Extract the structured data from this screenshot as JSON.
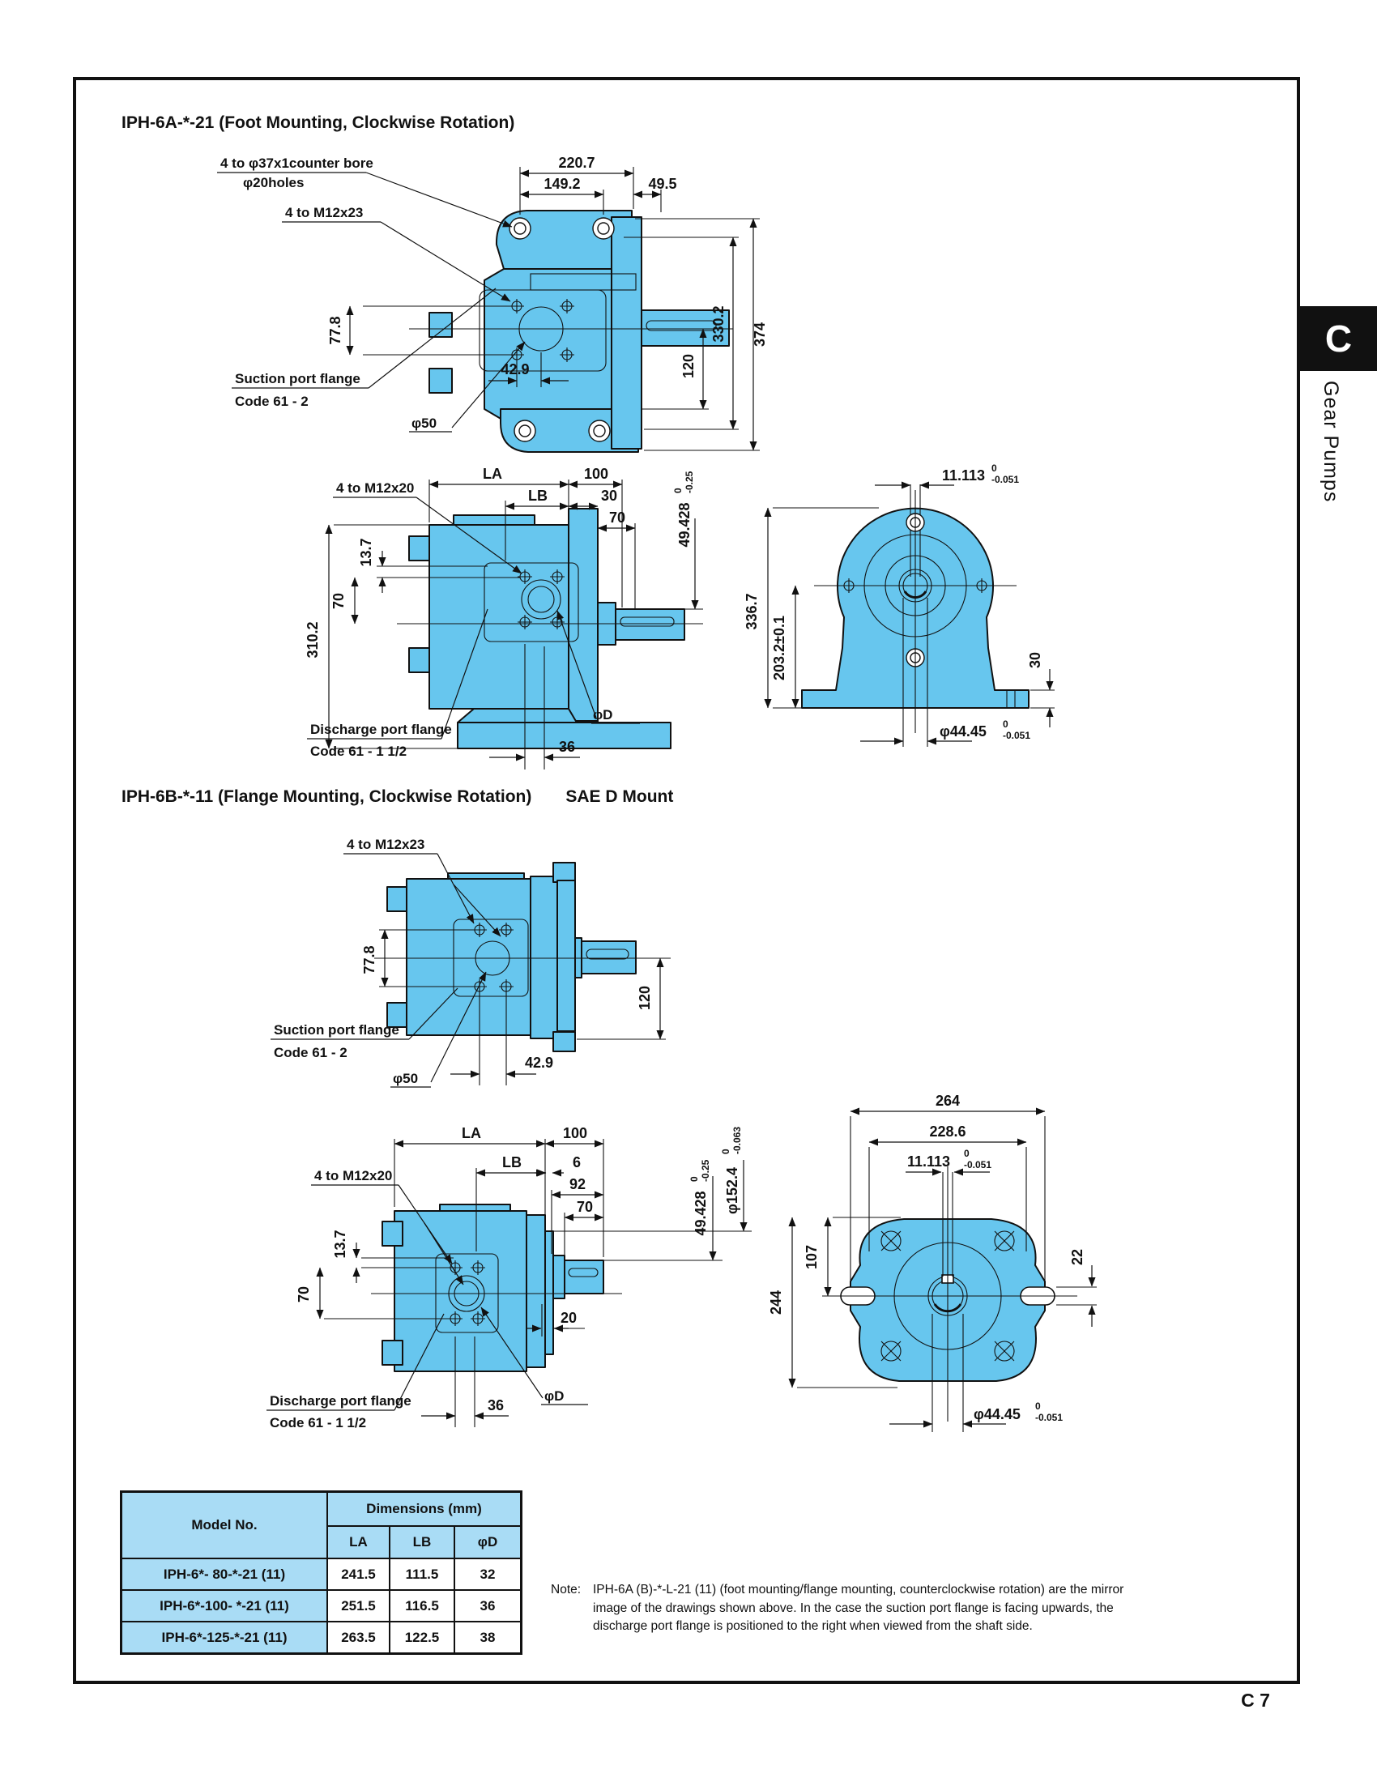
{
  "colors": {
    "pump_fill": "#67C6EE",
    "table_fill": "#A9DCF5"
  },
  "page": {
    "tab_letter": "C",
    "tab_label": "Gear Pumps",
    "page_number": "C 7"
  },
  "section1": {
    "title": "IPH-6A-*-21 (Foot Mounting, Clockwise Rotation)",
    "front": {
      "counterbore_note1": "4  to  φ37x1counter bore",
      "counterbore_note2": "φ20holes",
      "bolt_note": "4 to M12x23",
      "d220": "220.7",
      "d149": "149.2",
      "d49": "49.5",
      "d77": "77.8",
      "d42": "42.9",
      "d120": "120",
      "d330": "330.2",
      "d374": "374",
      "suction1": "Suction port flange",
      "suction2": "Code 61 - 2",
      "phi50": "φ50"
    },
    "side": {
      "bolt_note": "4 to M12x20",
      "la": "LA",
      "d100": "100",
      "lb": "LB",
      "d30": "30",
      "d70r": "70",
      "d49428": {
        "v": "49.428",
        "u": "0",
        "l": "-0.25"
      },
      "d137": "13.7",
      "d70": "70",
      "d310": "310.2",
      "d36": "36",
      "phiD": "φD",
      "discharge1": "Discharge port flange",
      "discharge2": "Code 61 - 1 1/2"
    },
    "rear": {
      "d11113": {
        "v": "11.113",
        "u": "0",
        "l": "-0.051"
      },
      "d336": "336.7",
      "d203": "203.2±0.1",
      "d30": "30",
      "d4445": {
        "v": "φ44.45",
        "u": "0",
        "l": "-0.051"
      }
    }
  },
  "section2": {
    "title": "IPH-6B-*-11 (Flange Mounting, Clockwise Rotation)",
    "subtitle": "SAE D Mount",
    "front": {
      "bolt_note": "4 to M12x23",
      "d77": "77.8",
      "d120": "120",
      "d42": "42.9",
      "suction1": "Suction port flange",
      "suction2": "Code 61 - 2",
      "phi50": "φ50"
    },
    "side": {
      "bolt_note": "4 to M12x20",
      "la": "LA",
      "d100": "100",
      "lb": "LB",
      "d6": "6",
      "d92": "92",
      "d70r": "70",
      "d49428": {
        "v": "49.428",
        "u": "0",
        "l": "-0.25"
      },
      "d1524": {
        "v": "φ152.4",
        "u": "0",
        "l": "-0.063"
      },
      "d137": "13.7",
      "d70": "70",
      "d20": "20",
      "d36": "36",
      "phiD": "φD",
      "discharge1": "Discharge port flange",
      "discharge2": "Code 61 - 1 1/2"
    },
    "rear": {
      "d264": "264",
      "d2286": "228.6",
      "d11113": {
        "v": "11.113",
        "u": "0",
        "l": "-0.051"
      },
      "d107": "107",
      "d244": "244",
      "d22": "22",
      "d4445": {
        "v": "φ44.45",
        "u": "0",
        "l": "-0.051"
      }
    }
  },
  "table": {
    "col_model": "Model No.",
    "col_dims": "Dimensions (mm)",
    "col_la": "LA",
    "col_lb": "LB",
    "col_phid": "φD",
    "rows": [
      {
        "model": "IPH-6*-  80-*-21 (11)",
        "la": "241.5",
        "lb": "111.5",
        "d": "32"
      },
      {
        "model": "IPH-6*-100- *-21 (11)",
        "la": "251.5",
        "lb": "116.5",
        "d": "36"
      },
      {
        "model": "IPH-6*-125-*-21 (11)",
        "la": "263.5",
        "lb": "122.5",
        "d": "38"
      }
    ]
  },
  "note": {
    "label": "Note:",
    "line1": "IPH-6A (B)-*-L-21 (11) (foot mounting/flange mounting, counterclockwise rotation) are the mirror",
    "line2": "image of the drawings shown above. In the case the suction port flange is facing upwards, the",
    "line3": "discharge port flange is positioned to the right when viewed from the shaft side."
  }
}
